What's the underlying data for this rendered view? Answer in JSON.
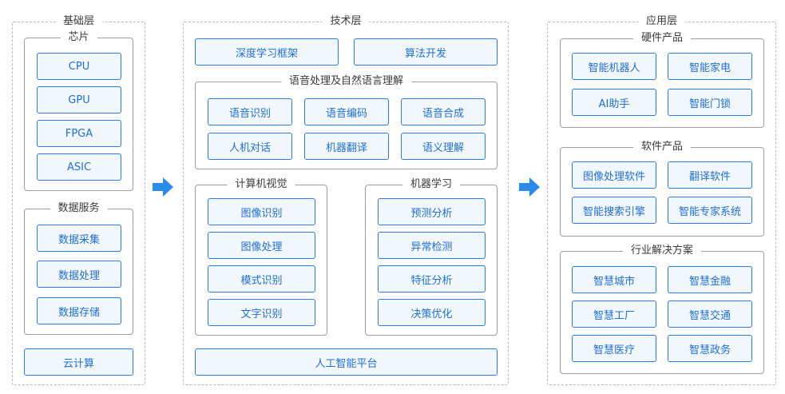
{
  "layers": {
    "foundation": {
      "title": "基础层",
      "chips": {
        "title": "芯片",
        "items": [
          "CPU",
          "GPU",
          "FPGA",
          "ASIC"
        ]
      },
      "data_services": {
        "title": "数据服务",
        "items": [
          "数据采集",
          "数据处理",
          "数据存储"
        ]
      },
      "cloud": "云计算"
    },
    "technology": {
      "title": "技术层",
      "top": [
        "深度学习框架",
        "算法开发"
      ],
      "speech_nlp": {
        "title": "语音处理及自然语言理解",
        "items": [
          "语音识别",
          "语音编码",
          "语音合成",
          "人机对话",
          "机器翻译",
          "语义理解"
        ]
      },
      "vision": {
        "title": "计算机视觉",
        "items": [
          "图像识别",
          "图像处理",
          "模式识别",
          "文字识别"
        ]
      },
      "ml": {
        "title": "机器学习",
        "items": [
          "预测分析",
          "异常检测",
          "特征分析",
          "决策优化"
        ]
      },
      "platform": "人工智能平台"
    },
    "application": {
      "title": "应用层",
      "hardware": {
        "title": "硬件产品",
        "items": [
          "智能机器人",
          "智能家电",
          "AI助手",
          "智能门锁"
        ]
      },
      "software": {
        "title": "软件产品",
        "items": [
          "图像处理软件",
          "翻译软件",
          "智能搜索引擎",
          "智能专家系统"
        ]
      },
      "industry": {
        "title": "行业解决方案",
        "items": [
          "智慧城市",
          "智慧金融",
          "智慧工厂",
          "智慧交通",
          "智慧医疗",
          "智慧政务"
        ]
      }
    }
  },
  "colors": {
    "accent": "#2c7be5",
    "box_fill": "#f2f7fe",
    "arrow": "#2c8ae8"
  }
}
